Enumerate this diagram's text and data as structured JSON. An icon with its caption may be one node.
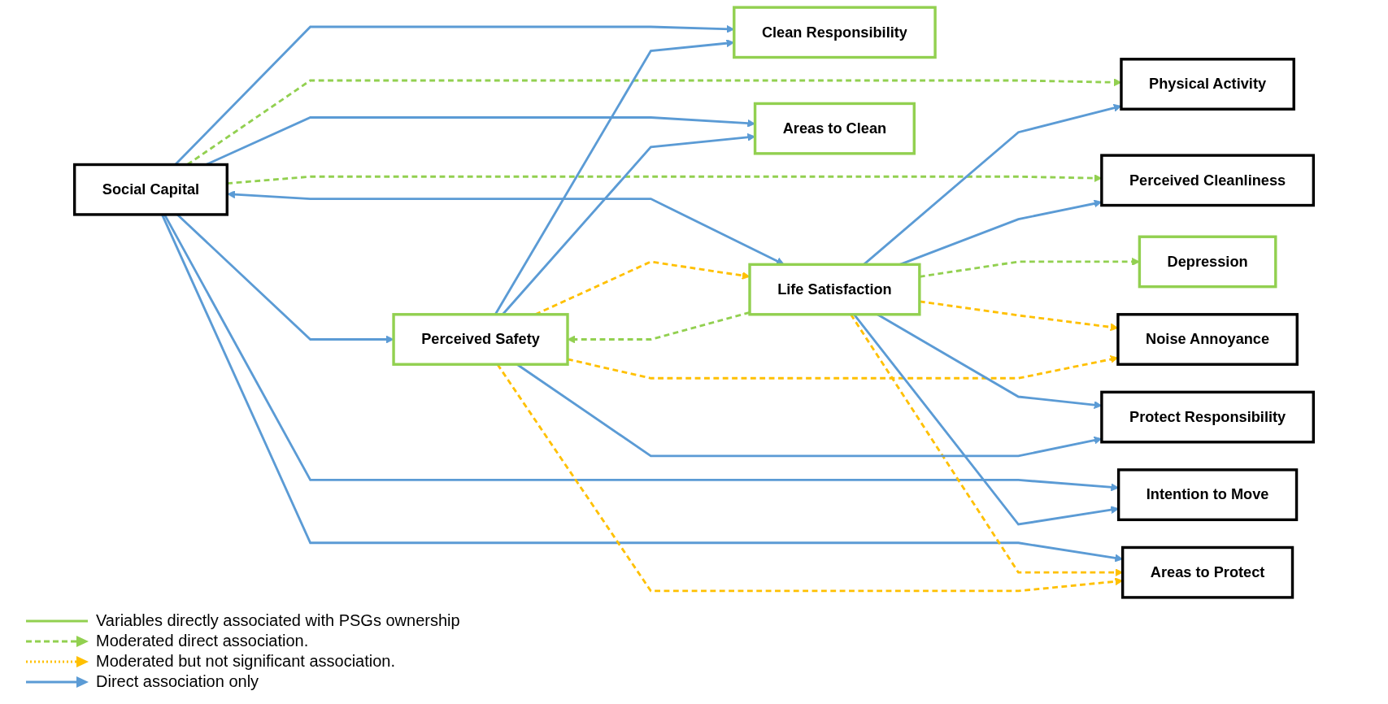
{
  "diagram": {
    "nodes": [
      {
        "text": [
          "Depression"
        ]
      },
      {
        "text": [
          "Social Capital"
        ]
      },
      {
        "text": [
          "Clean Responsibility"
        ]
      },
      {
        "text": [
          "Physical Activity"
        ]
      },
      {
        "text": [
          "Life Satisfaction"
        ]
      },
      {
        "text": [
          "Areas to Clean"
        ]
      },
      {
        "text": [
          "Perceived Safety"
        ]
      },
      {
        "text": [
          "Protect Responsibility"
        ]
      },
      {
        "text": [
          "Perceived Cleanliness"
        ]
      },
      {
        "text": [
          "Areas to Protect"
        ]
      },
      {
        "text": [
          "Noise Annoyance"
        ]
      },
      {
        "text": [
          "Intention to Move"
        ]
      }
    ],
    "edges": [
      {
        "from": 4,
        "to": 0,
        "arrow": "to",
        "style": "dashed",
        "color": "#92d050"
      },
      {
        "from": 1,
        "to": 3,
        "arrow": "to",
        "style": "dashed",
        "color": "#92d050"
      },
      {
        "from": 1,
        "to": 8,
        "arrow": "to",
        "style": "dashed",
        "color": "#92d050"
      },
      {
        "from": 1,
        "to": 6,
        "arrow": "to"
      },
      {
        "from": 1,
        "to": 4,
        "arrow": "both"
      },
      {
        "from": 4,
        "to": 3,
        "arrow": "to"
      },
      {
        "from": 4,
        "to": 8,
        "arrow": "to"
      },
      {
        "from": 4,
        "to": 6,
        "arrow": "to",
        "style": "dashed",
        "color": "#92d050"
      },
      {
        "from": 6,
        "to": 4,
        "arrow": "to",
        "style": "dashed",
        "color": "#ffc000"
      },
      {
        "from": 4,
        "to": 10,
        "arrow": "to",
        "style": "dashed",
        "color": "#ffc000"
      },
      {
        "from": 6,
        "to": 10,
        "arrow": "to",
        "style": "dashed",
        "color": "#ffc000"
      },
      {
        "from": 1,
        "to": 2,
        "arrow": "to"
      },
      {
        "from": 1,
        "to": 5,
        "arrow": "to"
      },
      {
        "from": 1,
        "to": 9,
        "arrow": "to"
      },
      {
        "from": 1,
        "to": 11,
        "arrow": "to"
      },
      {
        "from": 4,
        "to": 7,
        "arrow": "to"
      },
      {
        "from": 4,
        "to": 11,
        "arrow": "to"
      },
      {
        "from": 4,
        "to": 9,
        "arrow": "to",
        "style": "dashed",
        "color": "#ffc000"
      },
      {
        "from": 6,
        "to": 2,
        "arrow": "to"
      },
      {
        "from": 6,
        "to": 5,
        "arrow": "to"
      },
      {
        "from": 6,
        "to": 7,
        "arrow": "to"
      },
      {
        "from": 6,
        "to": 9,
        "arrow": "to",
        "style": "dashed",
        "color": "#ffc000"
      }
    ],
    "legend": [
      {
        "text": "Variables directly associated with PSGs ownership"
      },
      {
        "text": "Moderated direct association."
      },
      {
        "text": "Moderated but not significant association."
      },
      {
        "text": "Direct association only"
      }
    ]
  }
}
